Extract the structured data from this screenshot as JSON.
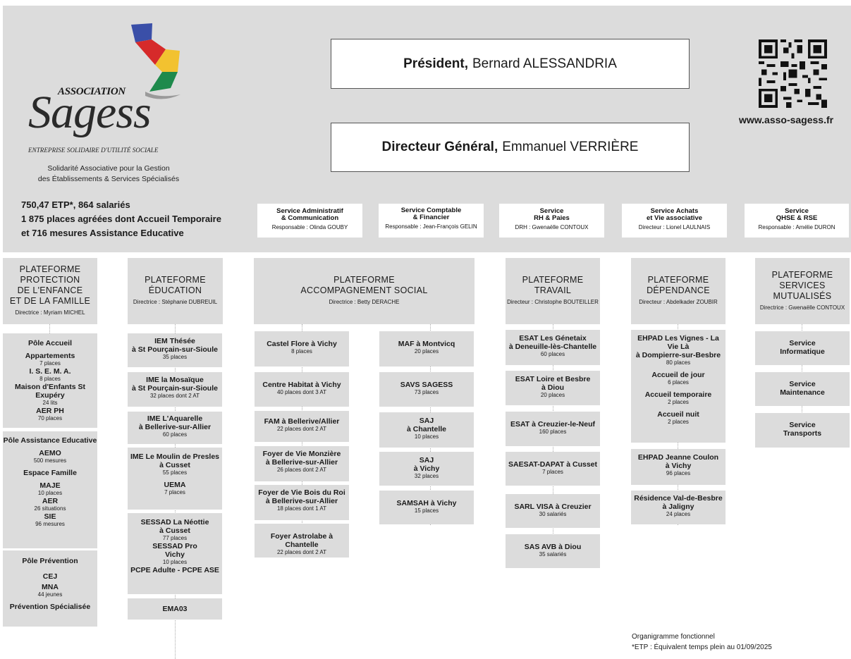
{
  "header": {
    "logo_assoc": "ASSOCIATION",
    "logo_name": "Sagess",
    "logo_tagline": "ENTREPRISE SOLIDAIRE D'UTILITÉ SOCIALE",
    "subtitle_line1": "Solidarité Associative pour la Gestion",
    "subtitle_line2": "des Établissements & Services Spécialisés",
    "stats": [
      "750,47 ETP*, 864 salariés",
      "1 875 places agréées dont Accueil Temporaire",
      "et 716 mesures Assistance Educative"
    ],
    "president_role": "Président,",
    "president_name": "Bernard ALESSANDRIA",
    "dg_role": "Directeur Général,",
    "dg_name": "Emmanuel VERRIÈRE",
    "website": "www.asso-sagess.fr"
  },
  "services": [
    {
      "title1": "Service Administratif",
      "title2": "& Communication",
      "resp": "Responsable : Olinda GOUBY"
    },
    {
      "title1": "Service Comptable",
      "title2": "& Financier",
      "resp": "Responsable : Jean-François GELIN"
    },
    {
      "title1": "Service",
      "title2": "RH & Paies",
      "resp": "DRH : Gwenaëlle CONTOUX"
    },
    {
      "title1": "Service Achats",
      "title2": "et Vie associative",
      "resp": "Directeur : Lionel LAULNAIS"
    },
    {
      "title1": "Service",
      "title2": "QHSE & RSE",
      "resp": "Responsable : Amélie DURON"
    }
  ],
  "platforms": {
    "protection": {
      "l1": "PLATEFORME",
      "l2": "PROTECTION",
      "l3": "DE L'ENFANCE",
      "l4": "ET DE LA FAMILLE",
      "dir": "Directrice : Myriam MICHEL"
    },
    "education": {
      "l1": "PLATEFORME",
      "l2": "ÉDUCATION",
      "dir": "Directrice : Stéphanie DUBREUIL"
    },
    "social": {
      "l1": "PLATEFORME",
      "l2": "ACCOMPAGNEMENT  SOCIAL",
      "dir": "Directrice : Betty DERACHE"
    },
    "travail": {
      "l1": "PLATEFORME",
      "l2": "TRAVAIL",
      "dir": "Directeur : Christophe BOUTEILLER"
    },
    "dependance": {
      "l1": "PLATEFORME",
      "l2": "DÉPENDANCE",
      "dir": "Directeur : Abdelkader ZOUBIR"
    },
    "mutualises": {
      "l1": "PLATEFORME",
      "l2": "SERVICES",
      "l3": "MUTUALISÉS",
      "dir": "Directrice : Gwenaëlle CONTOUX"
    }
  },
  "protection_units": {
    "accueil": {
      "title": "Pôle Accueil",
      "a1": "Appartements",
      "a1s": "7 places",
      "a2": "I. S. E. M. A.",
      "a2s": "8 places",
      "a3": "Maison d'Enfants St Exupéry",
      "a3s": "24 lits",
      "a4": "AER PH",
      "a4s": "70 places"
    },
    "assistance": {
      "title": "Pôle Assistance Educative",
      "b1": "AEMO",
      "b1s": "500 mesures",
      "b2": "Espace Famille",
      "b3": "MAJE",
      "b3s": "10 places",
      "b4": "AER",
      "b4s": "26 situations",
      "b5": "SIE",
      "b5s": "96 mesures"
    },
    "prevention": {
      "title": "Pôle Prévention",
      "c1": "CEJ",
      "c2": "MNA",
      "c2s": "44 jeunes",
      "c3": "Prévention Spécialisée"
    }
  },
  "education_units": [
    {
      "n1": "IEM Thésée",
      "n2": "à  St Pourçain-sur-Sioule",
      "s": "35 places"
    },
    {
      "n1": "IME la Mosaïque",
      "n2": "à  St Pourçain-sur-Sioule",
      "s": "32 places dont 2 AT"
    },
    {
      "n1": "IME L'Aquarelle",
      "n2": "à Bellerive-sur-Allier",
      "s": "60 places"
    },
    {
      "n1": "IME Le Moulin de Presles",
      "n2": "à Cusset",
      "s": "55 places",
      "n3": "UEMA",
      "s3": "7 places"
    },
    {
      "n1": "SESSAD La Néottie",
      "n2": "à Cusset",
      "s": "77 places",
      "n3": "SESSAD Pro",
      "n4": "Vichy",
      "s3": "10 places",
      "n5": "PCPE Adulte - PCPE ASE"
    },
    {
      "n1": "EMA03"
    }
  ],
  "social_left": [
    {
      "n1": "Castel Flore à Vichy",
      "s": "8 places"
    },
    {
      "n1": "Centre Habitat à Vichy",
      "s": "40 places dont 3 AT"
    },
    {
      "n1": "FAM à Bellerive/Allier",
      "s": "22 places dont 2 AT"
    },
    {
      "n1": "Foyer de Vie Monzière",
      "n2": "à Bellerive-sur-Allier",
      "s": "26 places dont 2 AT"
    },
    {
      "n1": "Foyer de Vie Bois du Roi",
      "n2": "à Bellerive-sur-Allier",
      "s": "18 places dont 1 AT"
    },
    {
      "n1": "Foyer Astrolabe à Chantelle",
      "s": "22 places dont 2 AT"
    }
  ],
  "social_right": [
    {
      "n1": "MAF à Montvicq",
      "s": "20 places"
    },
    {
      "n1": "SAVS SAGESS",
      "s": "73 places"
    },
    {
      "n1": "SAJ",
      "n2": "à  Chantelle",
      "s": "10 places"
    },
    {
      "n1": "SAJ",
      "n2": "à Vichy",
      "s": "32 places"
    },
    {
      "n1": "SAMSAH à Vichy",
      "s": "15 places"
    }
  ],
  "travail_units": [
    {
      "n1": "ESAT Les Génetaix",
      "n2": "à Deneuille-lès-Chantelle",
      "s": "60 places"
    },
    {
      "n1": "ESAT Loire et Besbre",
      "n2": "à Diou",
      "s": "20 places"
    },
    {
      "n1": "ESAT à Creuzier-le-Neuf",
      "s": "160 places"
    },
    {
      "n1": "SAESAT-DAPAT à Cusset",
      "s": "7 places"
    },
    {
      "n1": "SARL VISA à Creuzier",
      "s": "30 salariés"
    },
    {
      "n1": "SAS AVB à Diou",
      "s": "35 salariés"
    }
  ],
  "dependance_units": [
    {
      "n1": "EHPAD Les Vignes - La Vie Là",
      "n2": "à Dompierre-sur-Besbre",
      "s": "80 places",
      "n3": "Accueil de jour",
      "s3": "6 places",
      "n4": "Accueil temporaire",
      "s4": "2 places",
      "n5": "Accueil nuit",
      "s5": "2 places"
    },
    {
      "n1": "EHPAD Jeanne Coulon",
      "n2": "à Vichy",
      "s": "96 places"
    },
    {
      "n1": "Résidence Val-de-Besbre",
      "n2": "à Jaligny",
      "s": "24 places"
    }
  ],
  "mutualises_units": [
    {
      "n1": "Service",
      "n2": "Informatique"
    },
    {
      "n1": "Service",
      "n2": "Maintenance"
    },
    {
      "n1": "Service",
      "n2": "Transports"
    }
  ],
  "footnote": {
    "line1": "Organigramme fonctionnel",
    "line2": "*ETP : Équivalent temps plein au 01/09/2025"
  },
  "colors": {
    "band": "#dcdcdc",
    "box": "#dcdcdc",
    "logo_blue": "#3a4fa8",
    "logo_red": "#d62a2a",
    "logo_yellow": "#f2c230",
    "logo_green": "#1e8a4c"
  }
}
